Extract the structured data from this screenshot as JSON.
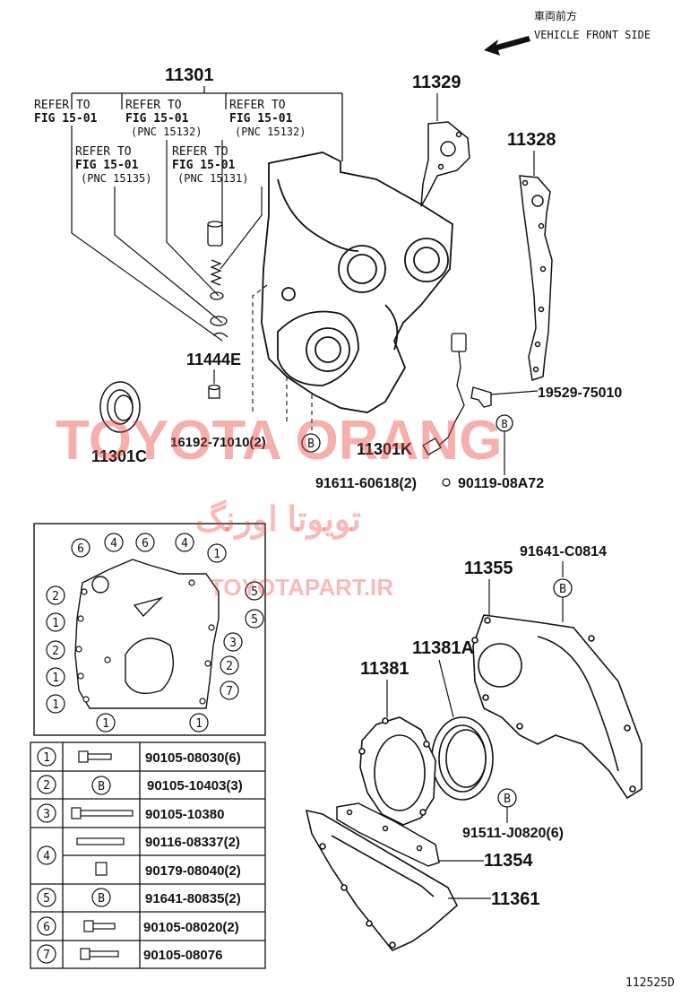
{
  "header": {
    "front_zh": "車両前方",
    "front_en": "VEHICLE FRONT SIDE"
  },
  "watermark": {
    "brand": "TOYOTA ORANG",
    "persian": "تویوتا اورنگ",
    "site": "TOYOTAPART.IR"
  },
  "parts": {
    "p11301": "11301",
    "p11329": "11329",
    "p11328": "11328",
    "p11444E": "11444E",
    "p11301C": "11301C",
    "p16192": "16192-71010(2)",
    "p11301K": "11301K",
    "p19529": "19529-75010",
    "p91611": "91611-60618(2)",
    "p90119": "90119-08A72",
    "p91641c": "91641-C0814",
    "p11355": "11355",
    "p11381A": "11381A",
    "p11381": "11381",
    "p91511": "91511-J0820(6)",
    "p11354": "11354",
    "p11361": "11361"
  },
  "refers": [
    {
      "l1": "REFER TO",
      "l2": "FIG 15-01",
      "l3": ""
    },
    {
      "l1": "REFER TO",
      "l2": "FIG 15-01",
      "l3": "(PNC 15132)"
    },
    {
      "l1": "REFER TO",
      "l2": "FIG 15-01",
      "l3": "(PNC 15132)"
    },
    {
      "l1": "REFER TO",
      "l2": "FIG 15-01",
      "l3": "(PNC 15135)"
    },
    {
      "l1": "REFER TO",
      "l2": "FIG 15-01",
      "l3": "(PNC 15131)"
    }
  ],
  "markers": {
    "B": "B"
  },
  "inset_numbers": [
    "1",
    "2",
    "3",
    "4",
    "5",
    "6",
    "7"
  ],
  "bolt_table": [
    {
      "key": "1",
      "part": "90105-08030(6)"
    },
    {
      "key": "2",
      "part": "90105-10403(3)"
    },
    {
      "key": "3",
      "part": "90105-10380"
    },
    {
      "key": "4",
      "part": "90116-08337(2)"
    },
    {
      "key": "4b",
      "part": "90179-08040(2)"
    },
    {
      "key": "5",
      "part": "91641-80835(2)"
    },
    {
      "key": "6",
      "part": "90105-08020(2)"
    },
    {
      "key": "7",
      "part": "90105-08076"
    }
  ],
  "footer": {
    "code": "112525D"
  }
}
